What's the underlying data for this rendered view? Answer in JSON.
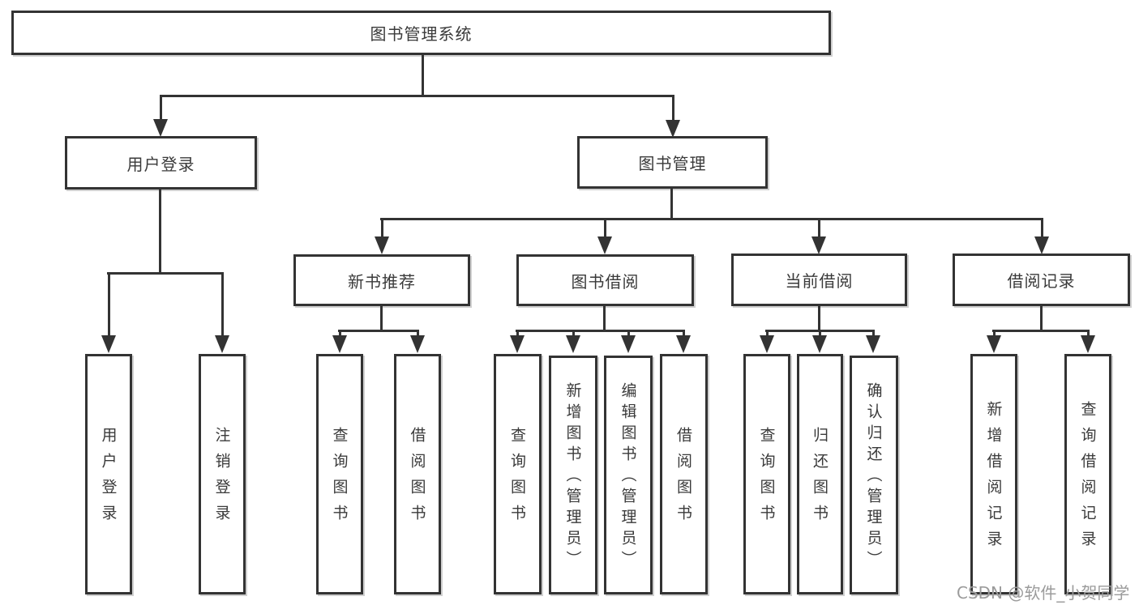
{
  "tree": {
    "root": "图书管理系统",
    "branches": [
      {
        "label": "用户登录",
        "children": [
          "用户登录",
          "注销登录"
        ]
      },
      {
        "label": "图书管理",
        "sections": [
          {
            "label": "新书推荐",
            "children": [
              "查询图书",
              "借阅图书"
            ]
          },
          {
            "label": "图书借阅",
            "children": [
              "查询图书",
              "新增图书（管理员）",
              "编辑图书（管理员）",
              "借阅图书"
            ]
          },
          {
            "label": "当前借阅",
            "children": [
              "查询图书",
              "归还图书",
              "确认归还（管理员）"
            ]
          },
          {
            "label": "借阅记录",
            "children": [
              "新增借阅记录",
              "查询借阅记录"
            ]
          }
        ]
      }
    ]
  },
  "watermark": "CSDN @软件_小贺同学",
  "colors": {
    "line": "#333333",
    "text": "#3a3a3a",
    "background": "#ffffff",
    "watermark": "#9b9b9b"
  }
}
